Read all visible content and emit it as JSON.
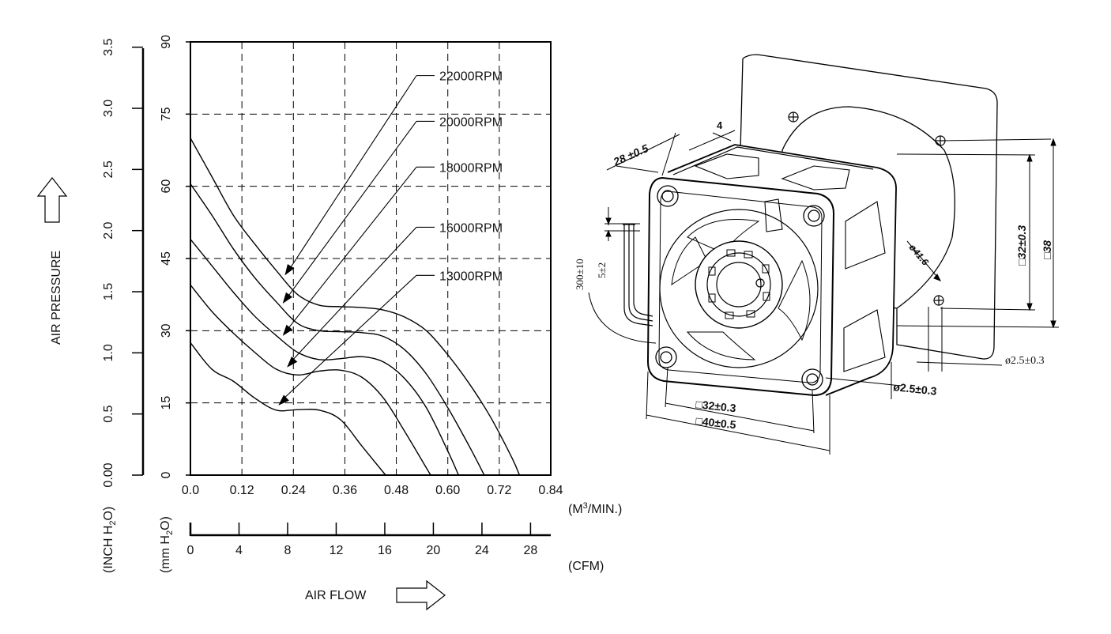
{
  "chart_data": {
    "type": "line",
    "y_inch_label": "(INCH H",
    "y_inch_sub": "2",
    "y_inch_tail": "O)",
    "y_mm_label": "(mm H",
    "y_mm_sub": "2",
    "y_mm_tail": "O)",
    "y_axis_title": "AIR PRESSURE",
    "x_axis_title": "AIR FLOW",
    "x_unit_m3_pre": "(M",
    "x_unit_m3_sup": "3",
    "x_unit_m3_post": "/MIN.)",
    "x_unit_cfm": "(CFM)",
    "x_ticks_m3": [
      "0.0",
      "0.12",
      "0.24",
      "0.36",
      "0.48",
      "0.60",
      "0.72",
      "0.84"
    ],
    "x_ticks_cfm": [
      "0",
      "4",
      "8",
      "12",
      "16",
      "20",
      "24",
      "28"
    ],
    "y_ticks_mm": [
      "0",
      "15",
      "30",
      "45",
      "60",
      "75",
      "90"
    ],
    "y_ticks_inch": [
      "0.00",
      "0.5",
      "1.0",
      "1.5",
      "2.0",
      "2.5",
      "3.0",
      "3.5"
    ],
    "xlim": [
      0,
      0.84
    ],
    "ylim": [
      0,
      90
    ],
    "grid": true,
    "series": [
      {
        "name": "22000RPM",
        "label_y": 83,
        "arrow_x": 0.22,
        "x": [
          0,
          0.05,
          0.1,
          0.15,
          0.2,
          0.25,
          0.3,
          0.35,
          0.4,
          0.45,
          0.5,
          0.55,
          0.6,
          0.65,
          0.7,
          0.75,
          0.767
        ],
        "values": [
          70,
          62,
          54,
          48,
          42.5,
          37.5,
          35.3,
          35,
          34.8,
          34.3,
          32.8,
          30,
          25,
          19,
          12,
          3.5,
          0
        ]
      },
      {
        "name": "20000RPM",
        "label_y": 73.5,
        "arrow_x": 0.215,
        "x": [
          0,
          0.05,
          0.1,
          0.15,
          0.2,
          0.25,
          0.3,
          0.35,
          0.4,
          0.45,
          0.5,
          0.55,
          0.6,
          0.65,
          0.685
        ],
        "values": [
          60.5,
          54,
          47,
          41,
          36,
          31.5,
          30,
          29.8,
          29.6,
          28.8,
          26,
          21,
          14,
          6,
          0
        ]
      },
      {
        "name": "18000RPM",
        "label_y": 64,
        "arrow_x": 0.215,
        "x": [
          0,
          0.05,
          0.1,
          0.15,
          0.2,
          0.25,
          0.3,
          0.35,
          0.4,
          0.45,
          0.5,
          0.55,
          0.6,
          0.625
        ],
        "values": [
          49,
          43.5,
          38,
          33,
          29,
          25.5,
          24,
          24.2,
          24.6,
          23.5,
          20,
          14,
          5,
          0
        ]
      },
      {
        "name": "16000RPM",
        "label_y": 51.5,
        "arrow_x": 0.225,
        "x": [
          0,
          0.05,
          0.1,
          0.15,
          0.2,
          0.25,
          0.3,
          0.35,
          0.4,
          0.45,
          0.5,
          0.55,
          0.56
        ],
        "values": [
          39.5,
          34,
          29.5,
          25.5,
          22,
          20.8,
          21.6,
          21.8,
          20.3,
          16,
          9,
          1.5,
          0
        ]
      },
      {
        "name": "13000RPM",
        "label_y": 41.5,
        "arrow_x": 0.205,
        "x": [
          0,
          0.05,
          0.1,
          0.15,
          0.2,
          0.25,
          0.3,
          0.35,
          0.4,
          0.455
        ],
        "values": [
          27.5,
          22,
          19.5,
          16,
          13.5,
          13.6,
          13.5,
          11.5,
          6,
          0
        ]
      }
    ]
  },
  "drawing": {
    "dim_28": "28 ±0.5",
    "dim_4": "4",
    "dim_300": "300±10",
    "dim_5": "5±2",
    "dim_phi416": "ø41.6",
    "dim_sq32_side": "□32±0.3",
    "dim_sq38": "□38",
    "dim_phi25_side": "ø2.5±0.3",
    "dim_phi25_front": "ø2.5±0.3",
    "dim_sq32_bottom": "□32±0.3",
    "dim_sq40": "□40±0.5"
  }
}
